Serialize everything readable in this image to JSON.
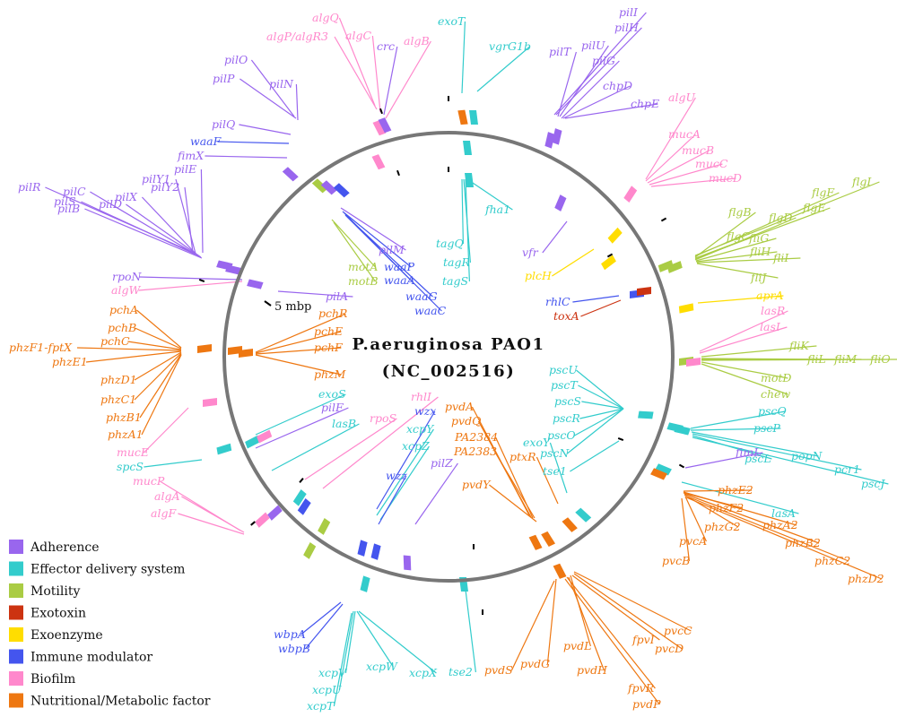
{
  "title": {
    "line1": "P.aeruginosa PAO1",
    "line2": "(NC_002516)"
  },
  "scale_label": "5 mbp",
  "categories": [
    {
      "key": "adh",
      "label": "Adherence",
      "color": "#9966ee"
    },
    {
      "key": "eff",
      "label": "Effector delivery system",
      "color": "#33cccc"
    },
    {
      "key": "mot",
      "label": "Motility",
      "color": "#aacc44"
    },
    {
      "key": "exo",
      "label": "Exotoxin",
      "color": "#cc3311"
    },
    {
      "key": "enz",
      "label": "Exoenzyme",
      "color": "#ffdd00"
    },
    {
      "key": "imm",
      "label": "Immune modulator",
      "color": "#4455ee"
    },
    {
      "key": "bio",
      "label": "Biofilm",
      "color": "#ff88cc"
    },
    {
      "key": "nut",
      "label": "Nutritional/Metabolic factor",
      "color": "#ee7711"
    }
  ],
  "genes": [
    {
      "name": "algQ",
      "cat": "bio"
    },
    {
      "name": "algP/algR3",
      "cat": "bio"
    },
    {
      "name": "algC",
      "cat": "bio"
    },
    {
      "name": "crc",
      "cat": "adh"
    },
    {
      "name": "algB",
      "cat": "bio"
    },
    {
      "name": "exoT",
      "cat": "eff"
    },
    {
      "name": "vgrG1b",
      "cat": "eff"
    },
    {
      "name": "pilI",
      "cat": "adh"
    },
    {
      "name": "pilH",
      "cat": "adh"
    },
    {
      "name": "pilT",
      "cat": "adh"
    },
    {
      "name": "pilU",
      "cat": "adh"
    },
    {
      "name": "pilG",
      "cat": "adh"
    },
    {
      "name": "chpD",
      "cat": "adh"
    },
    {
      "name": "chpE",
      "cat": "adh"
    },
    {
      "name": "algU",
      "cat": "bio"
    },
    {
      "name": "mucA",
      "cat": "bio"
    },
    {
      "name": "mucB",
      "cat": "bio"
    },
    {
      "name": "mucC",
      "cat": "bio"
    },
    {
      "name": "mucD",
      "cat": "bio"
    },
    {
      "name": "flgI",
      "cat": "mot"
    },
    {
      "name": "flgF",
      "cat": "mot"
    },
    {
      "name": "flgB",
      "cat": "mot"
    },
    {
      "name": "flgE",
      "cat": "mot"
    },
    {
      "name": "flgC",
      "cat": "mot"
    },
    {
      "name": "flgD",
      "cat": "mot"
    },
    {
      "name": "fliG",
      "cat": "mot"
    },
    {
      "name": "fliH",
      "cat": "mot"
    },
    {
      "name": "fliI",
      "cat": "mot"
    },
    {
      "name": "fliJ",
      "cat": "mot"
    },
    {
      "name": "aprA",
      "cat": "enz"
    },
    {
      "name": "lasR",
      "cat": "bio"
    },
    {
      "name": "lasI",
      "cat": "bio"
    },
    {
      "name": "fliK",
      "cat": "mot"
    },
    {
      "name": "fliL",
      "cat": "mot"
    },
    {
      "name": "fliM",
      "cat": "mot"
    },
    {
      "name": "fliO",
      "cat": "mot"
    },
    {
      "name": "motD",
      "cat": "mot"
    },
    {
      "name": "chew",
      "cat": "mot"
    },
    {
      "name": "pscQ",
      "cat": "eff"
    },
    {
      "name": "pscP",
      "cat": "eff"
    },
    {
      "name": "popN",
      "cat": "eff"
    },
    {
      "name": "pcr1",
      "cat": "eff"
    },
    {
      "name": "pscL",
      "cat": "eff"
    },
    {
      "name": "pscJ",
      "cat": "eff"
    },
    {
      "name": "fimL",
      "cat": "adh"
    },
    {
      "name": "lasA",
      "cat": "eff"
    },
    {
      "name": "phzE2",
      "cat": "nut"
    },
    {
      "name": "phzA2",
      "cat": "nut"
    },
    {
      "name": "phzF2",
      "cat": "nut"
    },
    {
      "name": "phzB2",
      "cat": "nut"
    },
    {
      "name": "phzG2",
      "cat": "nut"
    },
    {
      "name": "phzC2",
      "cat": "nut"
    },
    {
      "name": "pvcA",
      "cat": "nut"
    },
    {
      "name": "phzD2",
      "cat": "nut"
    },
    {
      "name": "pvcB",
      "cat": "nut"
    },
    {
      "name": "pvcC",
      "cat": "nut"
    },
    {
      "name": "pvcD",
      "cat": "nut"
    },
    {
      "name": "fpvI",
      "cat": "nut"
    },
    {
      "name": "pvdL",
      "cat": "nut"
    },
    {
      "name": "pvdH",
      "cat": "nut"
    },
    {
      "name": "fpvR",
      "cat": "nut"
    },
    {
      "name": "pvdP",
      "cat": "nut"
    },
    {
      "name": "pvdG",
      "cat": "nut"
    },
    {
      "name": "pvdS",
      "cat": "nut"
    },
    {
      "name": "tse2",
      "cat": "eff"
    },
    {
      "name": "xcpX",
      "cat": "eff"
    },
    {
      "name": "xcpW",
      "cat": "eff"
    },
    {
      "name": "xcpV",
      "cat": "eff"
    },
    {
      "name": "xcpU",
      "cat": "eff"
    },
    {
      "name": "xcpT",
      "cat": "eff"
    },
    {
      "name": "wbpA",
      "cat": "imm"
    },
    {
      "name": "wbpB",
      "cat": "imm"
    },
    {
      "name": "algF",
      "cat": "bio"
    },
    {
      "name": "algA",
      "cat": "bio"
    },
    {
      "name": "mucP",
      "cat": "bio"
    },
    {
      "name": "spcS",
      "cat": "eff"
    },
    {
      "name": "mucE",
      "cat": "bio"
    },
    {
      "name": "phzA1",
      "cat": "nut"
    },
    {
      "name": "phzB1",
      "cat": "nut"
    },
    {
      "name": "phzC1",
      "cat": "nut"
    },
    {
      "name": "phzD1",
      "cat": "nut"
    },
    {
      "name": "phzE1",
      "cat": "nut"
    },
    {
      "name": "phzF1-fptX",
      "cat": "nut"
    },
    {
      "name": "pchC",
      "cat": "nut"
    },
    {
      "name": "pchB",
      "cat": "nut"
    },
    {
      "name": "pchA",
      "cat": "nut"
    },
    {
      "name": "algW",
      "cat": "bio"
    },
    {
      "name": "rpoN",
      "cat": "adh"
    },
    {
      "name": "pilB",
      "cat": "adh"
    },
    {
      "name": "pilD",
      "cat": "adh"
    },
    {
      "name": "pilC",
      "cat": "adh"
    },
    {
      "name": "pilX",
      "cat": "adh"
    },
    {
      "name": "pilS",
      "cat": "adh"
    },
    {
      "name": "pilY1",
      "cat": "adh"
    },
    {
      "name": "pilR",
      "cat": "adh"
    },
    {
      "name": "pilY2",
      "cat": "adh"
    },
    {
      "name": "pilE",
      "cat": "adh"
    },
    {
      "name": "fimX",
      "cat": "adh"
    },
    {
      "name": "waaF",
      "cat": "imm"
    },
    {
      "name": "pilQ",
      "cat": "adh"
    },
    {
      "name": "pilP",
      "cat": "adh"
    },
    {
      "name": "pilN",
      "cat": "adh"
    },
    {
      "name": "pilO",
      "cat": "adh"
    },
    {
      "name": "pilM",
      "cat": "adh"
    },
    {
      "name": "motA",
      "cat": "mot"
    },
    {
      "name": "waaP",
      "cat": "imm"
    },
    {
      "name": "motB",
      "cat": "mot"
    },
    {
      "name": "waaA",
      "cat": "imm"
    },
    {
      "name": "pilA",
      "cat": "adh"
    },
    {
      "name": "waaG",
      "cat": "imm"
    },
    {
      "name": "waaC",
      "cat": "imm"
    },
    {
      "name": "tagQ",
      "cat": "eff"
    },
    {
      "name": "tagR",
      "cat": "eff"
    },
    {
      "name": "tagS",
      "cat": "eff"
    },
    {
      "name": "fha1",
      "cat": "eff"
    },
    {
      "name": "vfr",
      "cat": "adh"
    },
    {
      "name": "plcH",
      "cat": "enz"
    },
    {
      "name": "rhlC",
      "cat": "imm"
    },
    {
      "name": "toxA",
      "cat": "exo"
    },
    {
      "name": "pchR",
      "cat": "nut"
    },
    {
      "name": "pchE",
      "cat": "nut"
    },
    {
      "name": "pchF",
      "cat": "nut"
    },
    {
      "name": "phzM",
      "cat": "nut"
    },
    {
      "name": "pscU",
      "cat": "eff"
    },
    {
      "name": "pscT",
      "cat": "eff"
    },
    {
      "name": "pscS",
      "cat": "eff"
    },
    {
      "name": "pscR",
      "cat": "eff"
    },
    {
      "name": "pscO",
      "cat": "eff"
    },
    {
      "name": "pscN",
      "cat": "eff"
    },
    {
      "name": "tse1",
      "cat": "eff"
    },
    {
      "name": "exoS",
      "cat": "eff"
    },
    {
      "name": "pilF",
      "cat": "adh"
    },
    {
      "name": "lasB",
      "cat": "eff"
    },
    {
      "name": "rpoS",
      "cat": "bio"
    },
    {
      "name": "rhlI",
      "cat": "bio"
    },
    {
      "name": "wzx",
      "cat": "imm"
    },
    {
      "name": "xcpY",
      "cat": "eff"
    },
    {
      "name": "xcpZ",
      "cat": "eff"
    },
    {
      "name": "pvdA",
      "cat": "nut"
    },
    {
      "name": "pvdQ",
      "cat": "nut"
    },
    {
      "name": "PA2384",
      "cat": "nut"
    },
    {
      "name": "PA2383",
      "cat": "nut"
    },
    {
      "name": "exoY",
      "cat": "eff"
    },
    {
      "name": "ptxR",
      "cat": "nut"
    },
    {
      "name": "wzz",
      "cat": "imm"
    },
    {
      "name": "pilZ",
      "cat": "adh"
    },
    {
      "name": "pvdY",
      "cat": "nut"
    }
  ]
}
